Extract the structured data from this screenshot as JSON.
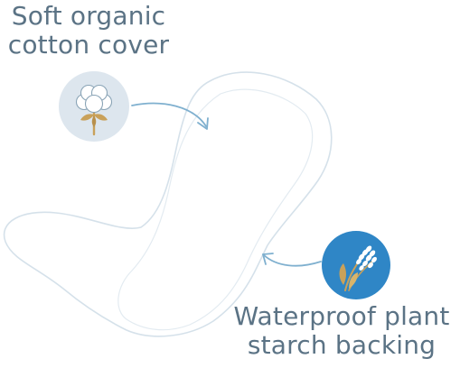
{
  "features": {
    "top": {
      "line1": "Soft organic",
      "line2": "cotton cover",
      "icon": "cotton-boll-icon"
    },
    "bottom": {
      "line1": "Waterproof plant",
      "line2": "starch backing",
      "icon": "wheat-icon"
    }
  },
  "colors": {
    "text": "#5b7385",
    "arrow": "#7fb0cf",
    "pad_outline": "#d5e1ea",
    "cotton_badge": "#dde6ee",
    "wheat_badge": "#2f86c6",
    "wheat_stalk": "#c9a15a"
  }
}
